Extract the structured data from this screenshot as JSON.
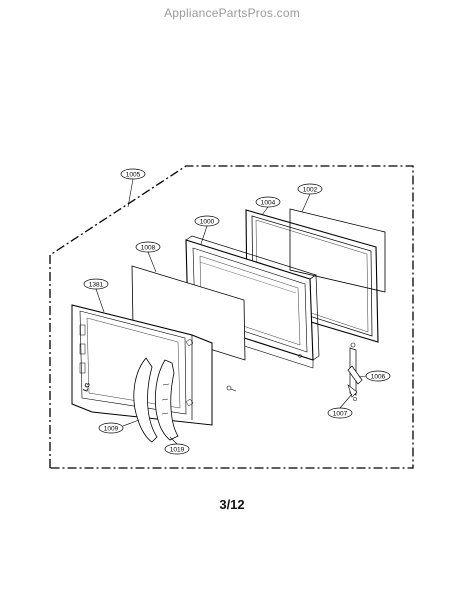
{
  "watermark": "AppliancePartsPros.com",
  "page_number": "3/12",
  "callouts": {
    "c1005": "1005",
    "c1004": "1004",
    "c1002": "1002",
    "c1000": "1000",
    "c1008": "1008",
    "c1381": "1381",
    "c1006": "1006",
    "c1007": "1007",
    "c1009": "1009",
    "c1019": "1019"
  },
  "brand_mark": "LG"
}
